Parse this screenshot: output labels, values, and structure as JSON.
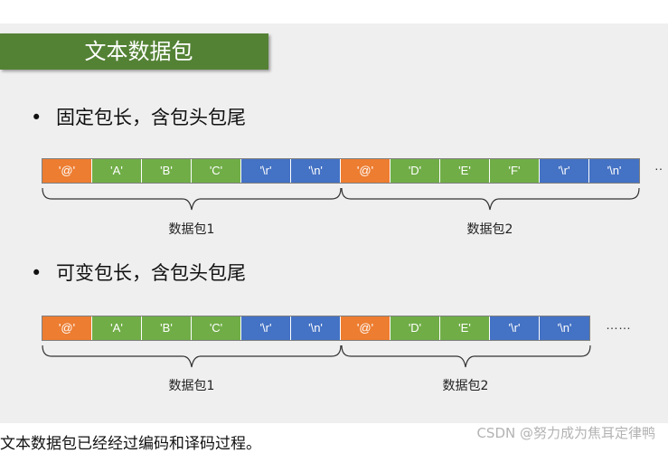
{
  "slide": {
    "title": "文本数据包",
    "sections": [
      {
        "bullet": "•",
        "heading": "固定包长，含包头包尾",
        "cells": [
          {
            "text": "'@'",
            "color": "orange"
          },
          {
            "text": "'A'",
            "color": "green"
          },
          {
            "text": "'B'",
            "color": "green"
          },
          {
            "text": "'C'",
            "color": "green"
          },
          {
            "text": "'\\r'",
            "color": "blue"
          },
          {
            "text": "'\\n'",
            "color": "blue"
          },
          {
            "text": "'@'",
            "color": "orange"
          },
          {
            "text": "'D'",
            "color": "green"
          },
          {
            "text": "'E'",
            "color": "green"
          },
          {
            "text": "'F'",
            "color": "green"
          },
          {
            "text": "'\\r'",
            "color": "blue"
          },
          {
            "text": "'\\n'",
            "color": "blue"
          }
        ],
        "ellipsis": "··",
        "packet_labels": [
          "数据包1",
          "数据包2"
        ]
      },
      {
        "bullet": "•",
        "heading": "可变包长，含包头包尾",
        "cells": [
          {
            "text": "'@'",
            "color": "orange"
          },
          {
            "text": "'A'",
            "color": "green"
          },
          {
            "text": "'B'",
            "color": "green"
          },
          {
            "text": "'C'",
            "color": "green"
          },
          {
            "text": "'\\r'",
            "color": "blue"
          },
          {
            "text": "'\\n'",
            "color": "blue"
          },
          {
            "text": "'@'",
            "color": "orange"
          },
          {
            "text": "'D'",
            "color": "green"
          },
          {
            "text": "'E'",
            "color": "green"
          },
          {
            "text": "'\\r'",
            "color": "blue"
          },
          {
            "text": "'\\n'",
            "color": "blue"
          }
        ],
        "ellipsis": "……",
        "packet_labels": [
          "数据包1",
          "数据包2"
        ]
      }
    ]
  },
  "caption": "文本数据包已经经过编码和译码过程。",
  "watermark": "CSDN @努力成为焦耳定律鸭",
  "colors": {
    "title_bg": "#548235",
    "orange": "#ed7d31",
    "green": "#70ad47",
    "blue": "#4472c4"
  }
}
